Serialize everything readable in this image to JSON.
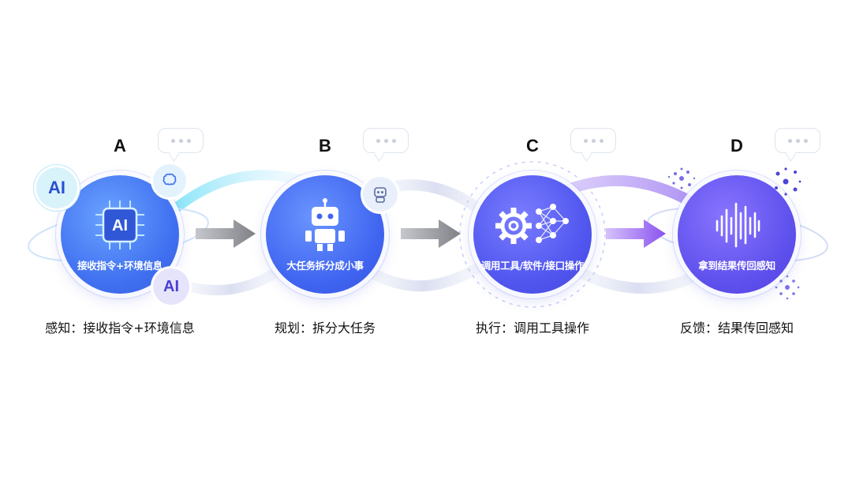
{
  "stages": [
    {
      "letter": "A",
      "inner_label": "接收指令+环境信息",
      "caption": "感知：接收指令+环境信息",
      "badge_top": "AI",
      "badge_bottom": "AI",
      "chip_text": "AI",
      "color": "#4b7bf0",
      "icon": "ai-chip-icon"
    },
    {
      "letter": "B",
      "inner_label": "大任务拆分成小事",
      "caption": "规划：拆分大任务",
      "color": "#4f6ff2",
      "icon": "robot-icon"
    },
    {
      "letter": "C",
      "inner_label": "调用工具/软件/接口操作",
      "caption": "执行：调用工具操作",
      "color": "#5a5ef0",
      "icon": "gear-network-icon"
    },
    {
      "letter": "D",
      "inner_label": "拿到结果传回感知",
      "caption": "反馈：结果传回感知",
      "color": "#6a55ec",
      "icon": "waveform-icon"
    }
  ],
  "colors": {
    "ribbon_cyan": "#5fd6f2",
    "ribbon_purple": "#b59cf5",
    "arrow_gray": "#8d8f94",
    "arrow_purple": "#8f5cf0"
  }
}
